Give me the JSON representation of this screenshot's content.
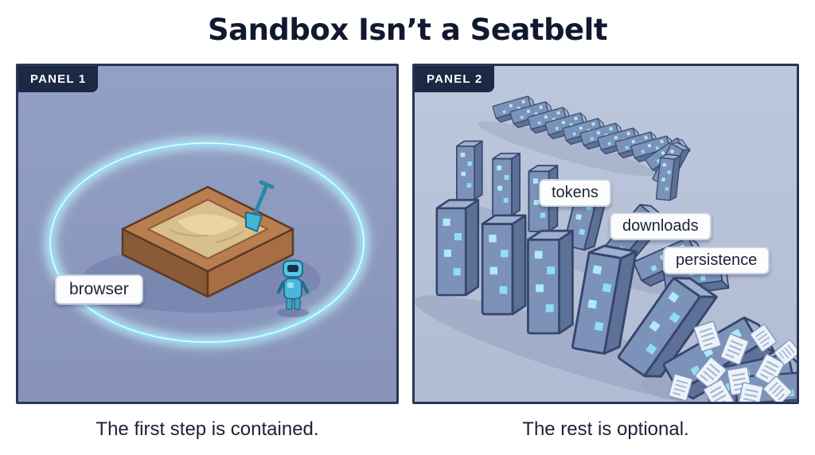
{
  "title": "Sandbox Isn’t a Seatbelt",
  "panel1": {
    "badge": "PANEL 1",
    "browser_label": "browser",
    "caption": "The first step is contained."
  },
  "panel2": {
    "badge": "PANEL 2",
    "labels": [
      "tokens",
      "downloads",
      "persistence"
    ],
    "caption": "The rest is optional."
  },
  "colors": {
    "page_bg": "#ffffff",
    "panel1_bg": "#8e9ac0",
    "panel2_bg": "#b7c1d7",
    "panel_border": "#2b3453",
    "badge_bg": "#1d2845",
    "badge_text": "#ffffff",
    "glow_ring": "#8ddff7",
    "sand": "#d9bf8b",
    "wood": "#b97e4f",
    "robot_cyan": "#5ac4e2",
    "domino_face": "#7d92b8",
    "domino_side": "#5d7097",
    "domino_pip": "#9fe6f6",
    "caption_text": "#1b2236"
  },
  "icons": {
    "ring": "containment-ring-icon",
    "sandbox": "sandbox-icon",
    "shovel": "shovel-icon",
    "robot": "robot-icon",
    "dominoes": "domino-cascade-icon",
    "papers": "scattered-papers-icon"
  }
}
